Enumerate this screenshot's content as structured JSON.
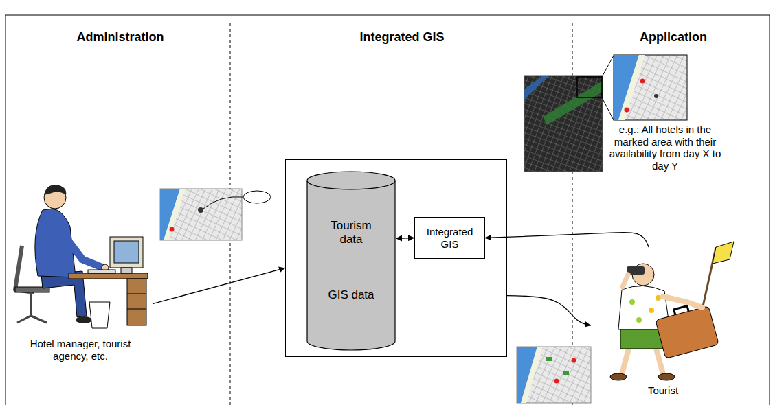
{
  "diagram": {
    "nodes": [
      {
        "text": [
          "Hotel manager, tourist agency, etc."
        ]
      },
      {
        "text": []
      },
      {
        "text": [
          "Tourism data",
          "GIS data"
        ],
        "in": 1
      },
      {
        "text": [
          "Integrated GIS"
        ],
        "in": 1
      },
      {
        "text": [
          "Tourist"
        ]
      }
    ],
    "edges": [
      {
        "from": 0,
        "to": 1,
        "arrow": "to"
      },
      {
        "from": 2,
        "to": 3,
        "arrow": "both"
      },
      {
        "from": 4,
        "to": 3,
        "arrow": "to"
      },
      {
        "from": 1,
        "to": 4,
        "arrow": "to"
      }
    ],
    "labels": [
      "Administration",
      "Integrated GIS",
      "Application",
      "e.g.: All hotels in the marked area with their availability from day X to day Y"
    ]
  }
}
